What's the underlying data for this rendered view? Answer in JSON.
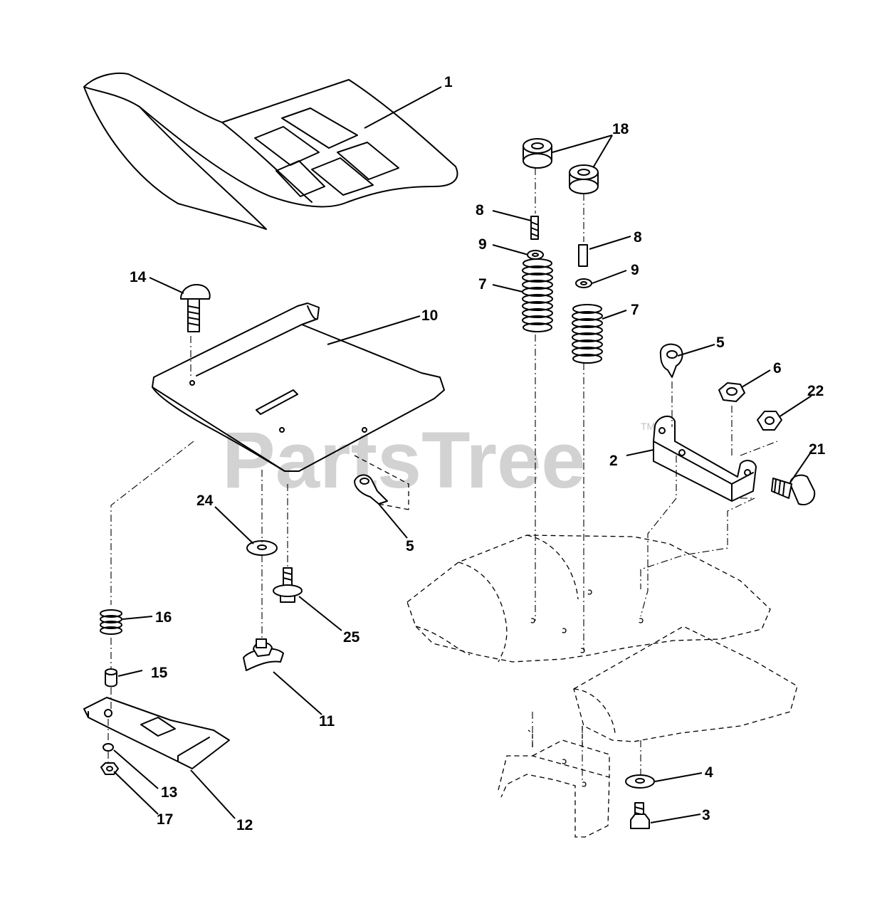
{
  "watermark": {
    "text": "PartsTree",
    "trademark": "TM"
  },
  "callouts": [
    {
      "id": "c1",
      "label": "1"
    },
    {
      "id": "c18",
      "label": "18"
    },
    {
      "id": "c8a",
      "label": "8"
    },
    {
      "id": "c8b",
      "label": "8"
    },
    {
      "id": "c9a",
      "label": "9"
    },
    {
      "id": "c9b",
      "label": "9"
    },
    {
      "id": "c7a",
      "label": "7"
    },
    {
      "id": "c7b",
      "label": "7"
    },
    {
      "id": "c14",
      "label": "14"
    },
    {
      "id": "c10",
      "label": "10"
    },
    {
      "id": "c5a",
      "label": "5"
    },
    {
      "id": "c5b",
      "label": "5"
    },
    {
      "id": "c6",
      "label": "6"
    },
    {
      "id": "c22",
      "label": "22"
    },
    {
      "id": "c21",
      "label": "21"
    },
    {
      "id": "c2",
      "label": "2"
    },
    {
      "id": "c24",
      "label": "24"
    },
    {
      "id": "c16",
      "label": "16"
    },
    {
      "id": "c15",
      "label": "15"
    },
    {
      "id": "c25",
      "label": "25"
    },
    {
      "id": "c11",
      "label": "11"
    },
    {
      "id": "c12",
      "label": "12"
    },
    {
      "id": "c13",
      "label": "13"
    },
    {
      "id": "c17",
      "label": "17"
    },
    {
      "id": "c4",
      "label": "4"
    },
    {
      "id": "c3",
      "label": "3"
    }
  ]
}
